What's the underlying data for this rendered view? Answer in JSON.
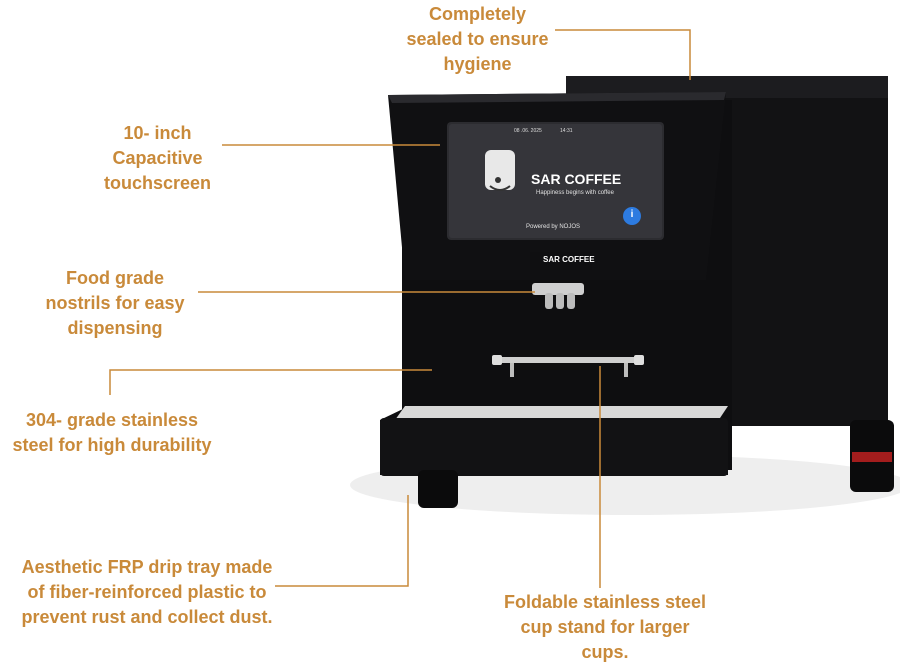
{
  "colors": {
    "accent": "#c98a3a",
    "machine": "#0d0d0f",
    "screen": "#2b2b2e"
  },
  "callouts": {
    "sealed": [
      "Completely",
      "sealed to ensure",
      "hygiene"
    ],
    "touchscreen": [
      "10- inch",
      "Capacitive",
      "touchscreen"
    ],
    "nostrils": [
      "Food grade",
      "nostrils for easy",
      "dispensing"
    ],
    "steel": [
      "304- grade stainless",
      "steel for high durability"
    ],
    "drip_tray": [
      "Aesthetic FRP drip tray made",
      "of fiber-reinforced plastic to",
      "prevent rust and collect dust."
    ],
    "cup_stand": [
      "Foldable stainless steel",
      "cup stand for larger",
      "cups."
    ]
  },
  "screen": {
    "date": "08 .06. 2025",
    "time": "14:31",
    "brand": "SAR COFFEE",
    "tagline": "Happiness begins with coffee",
    "powered": "Powered by NOJOS",
    "info_icon": "info-icon"
  },
  "bezel_logo": "SAR COFFEE"
}
